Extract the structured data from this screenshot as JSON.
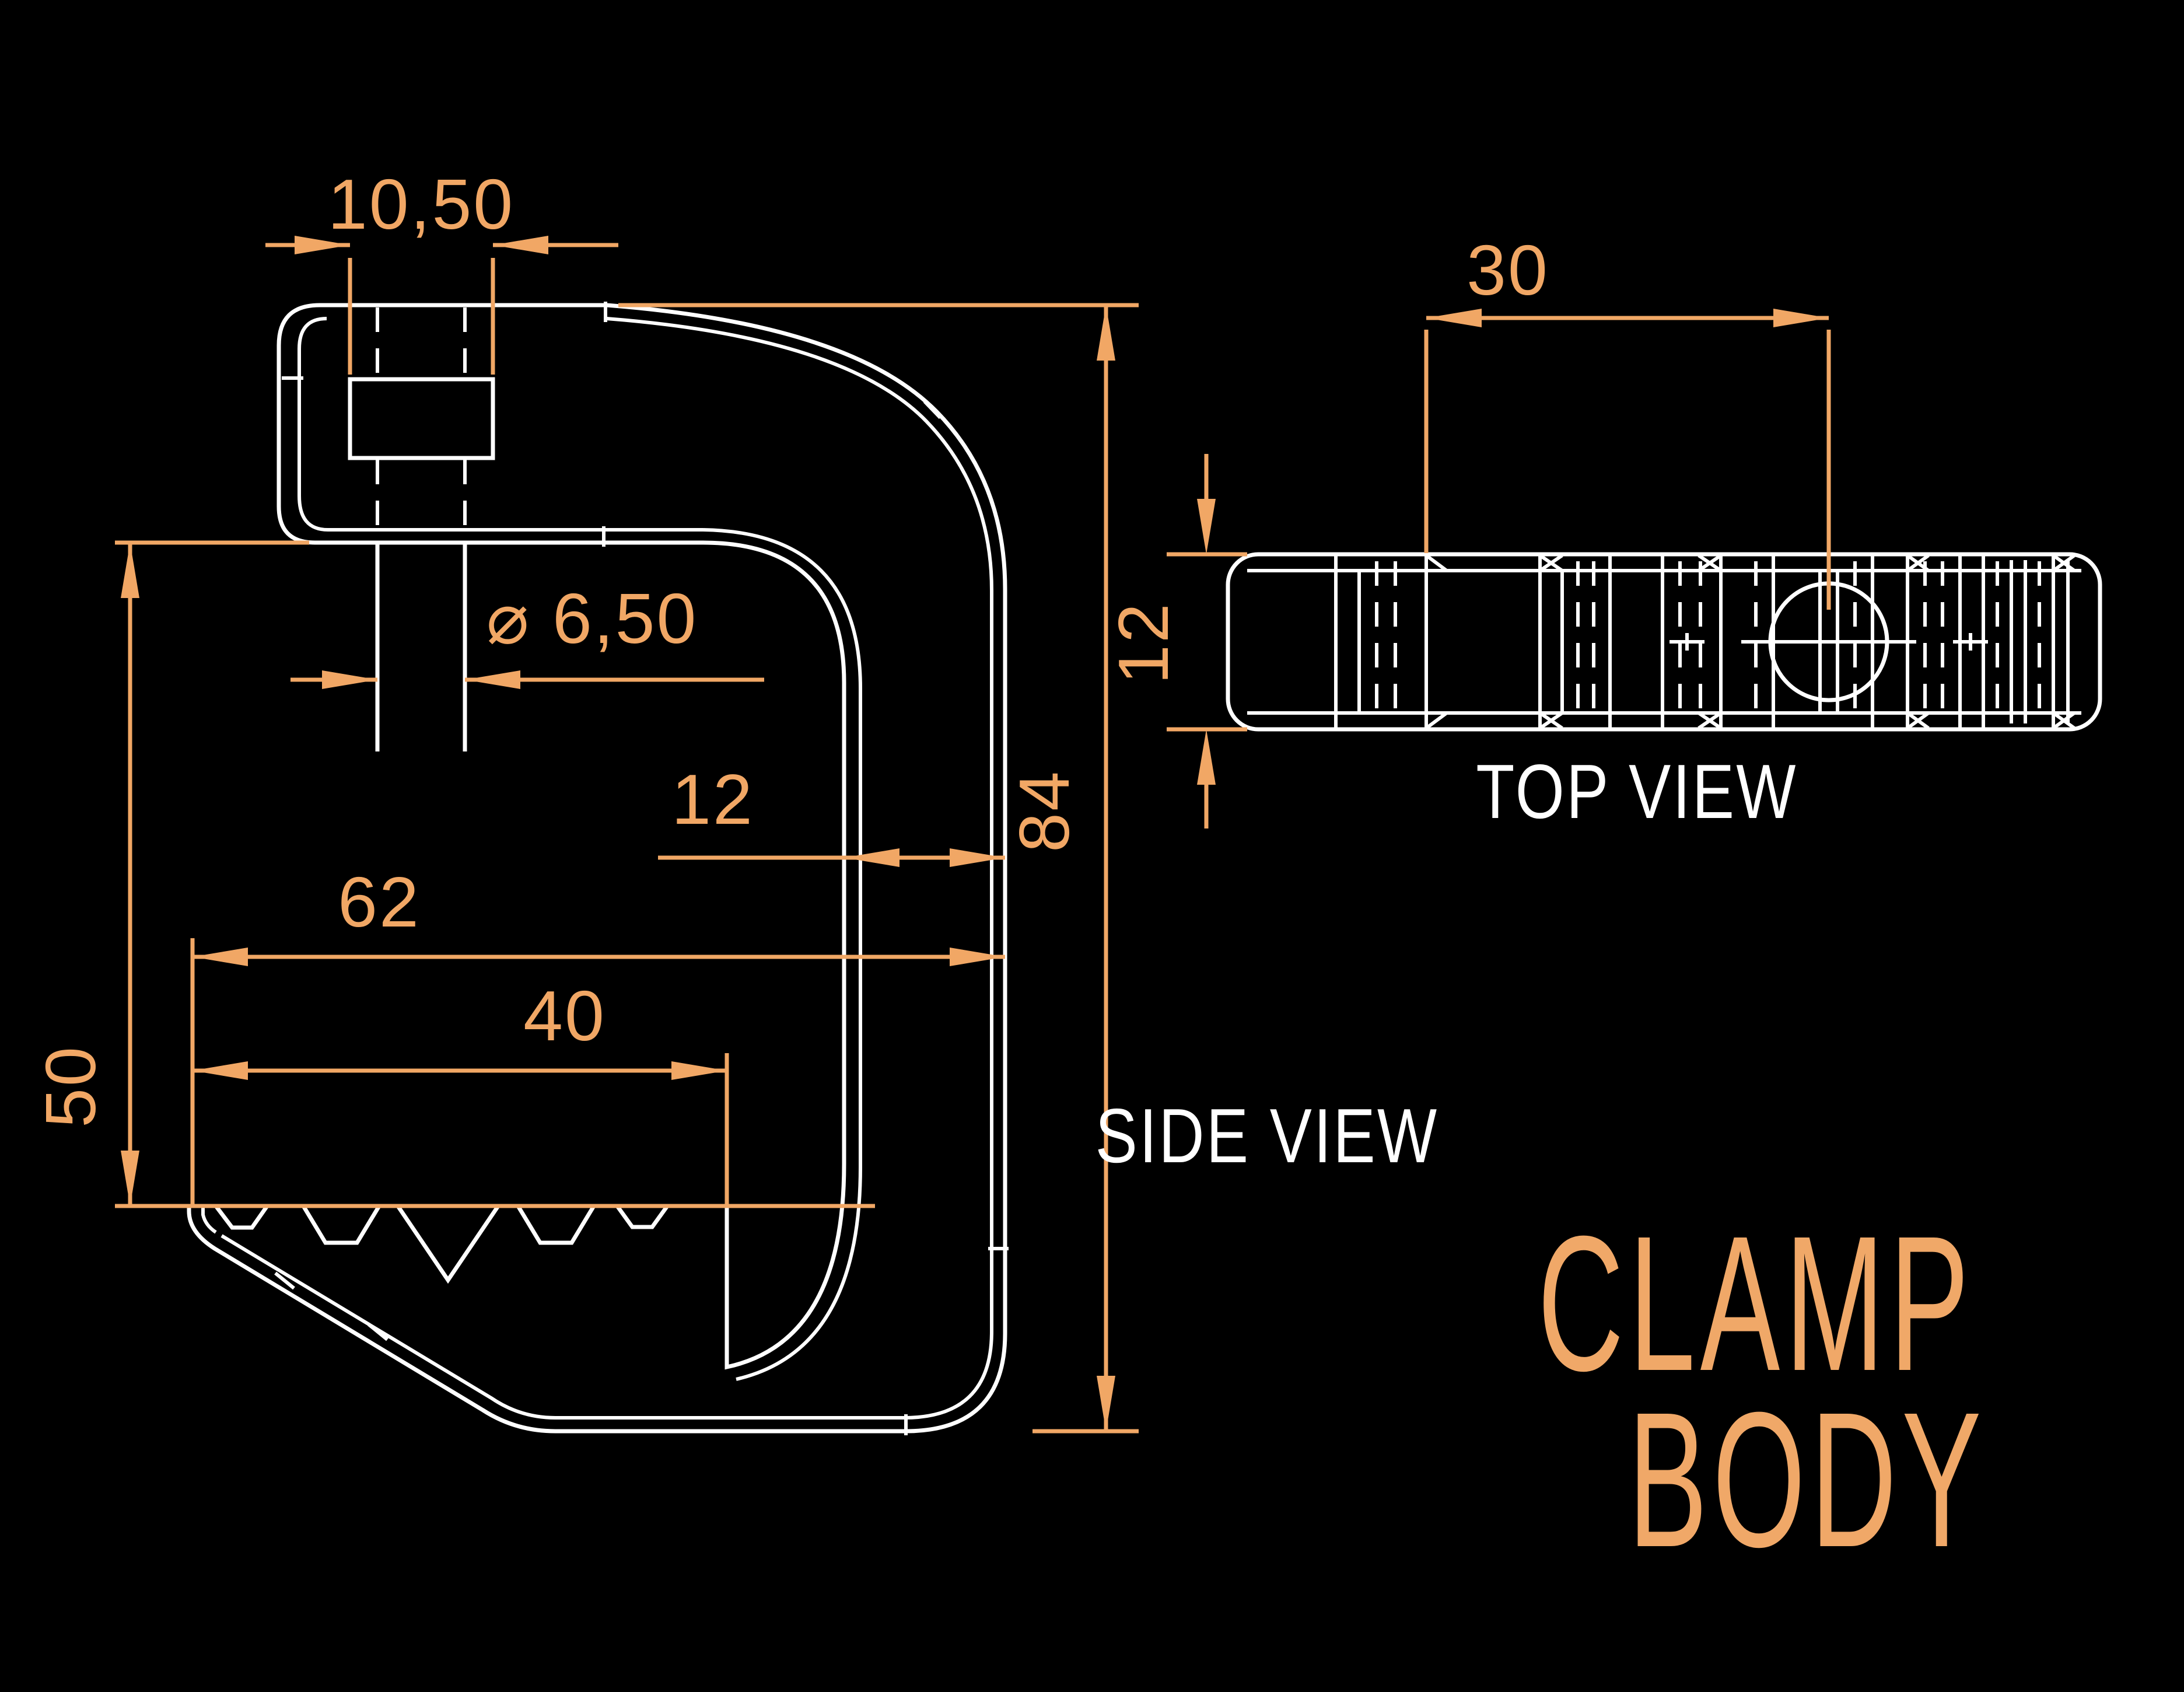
{
  "drawing": {
    "title_line1": "CLAMP",
    "title_line2": "BODY",
    "side_view": {
      "label": "SIDE VIEW",
      "dims": {
        "top_slot_width": "10,50",
        "hole_diameter": "⌀ 6,50",
        "overall_height": "84",
        "wall_thickness": "12",
        "throat_depth": "62",
        "pad_length": "40",
        "jaw_opening": "50"
      }
    },
    "top_view": {
      "label": "TOP VIEW",
      "dims": {
        "hole_offset": "30",
        "body_thickness": "12"
      }
    },
    "colors": {
      "background": "#000000",
      "part_outline": "#FFFFFF",
      "dimension": "#F1A765",
      "title": "#F0A868"
    }
  }
}
